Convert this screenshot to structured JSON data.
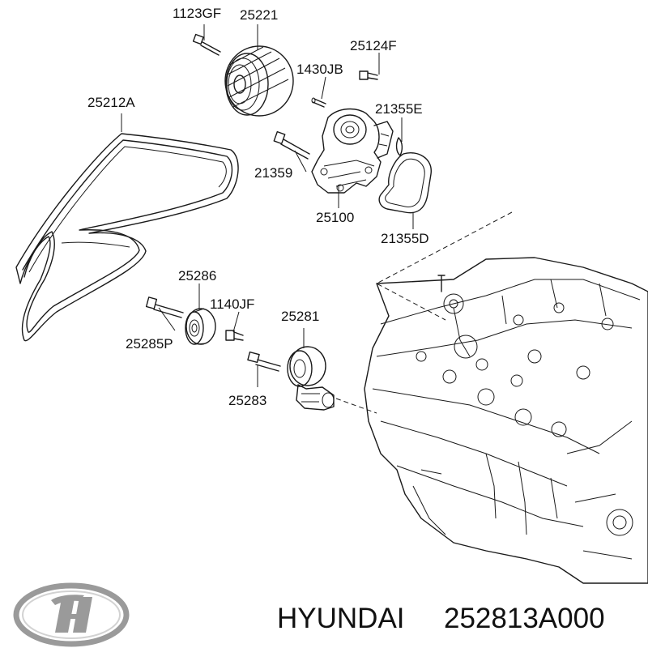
{
  "labels": {
    "p1123GF": "1123GF",
    "p25221": "25221",
    "p25124F": "25124F",
    "p1430JB": "1430JB",
    "p25212A": "25212A",
    "p21355E": "21355E",
    "p21359": "21359",
    "p25100": "25100",
    "p21355D": "21355D",
    "p25286": "25286",
    "p1140JF": "1140JF",
    "p25281": "25281",
    "p25285P": "25285P",
    "p25283": "25283"
  },
  "footer": {
    "brand": "HYUNDAI",
    "part_number": "252813A000"
  },
  "colors": {
    "line": "#1a1a1a",
    "logo": "#9a9a9a"
  }
}
